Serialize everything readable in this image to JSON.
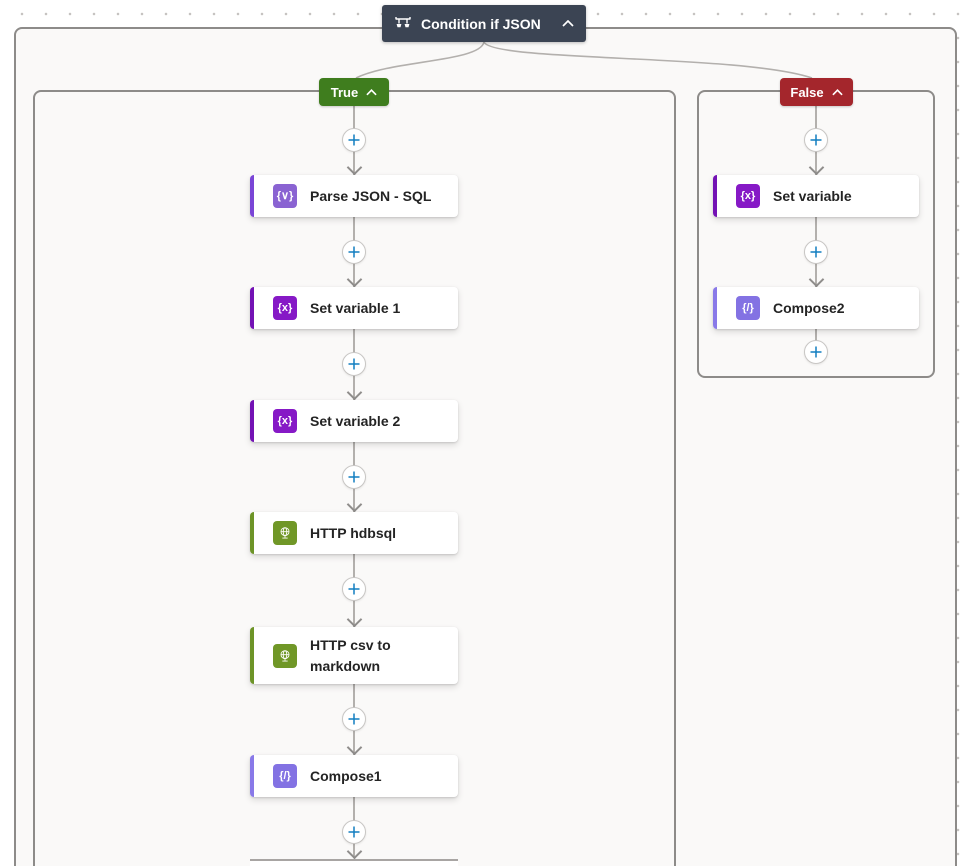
{
  "header": {
    "title": "Condition if JSON",
    "bg": "#3b4453",
    "icon": "condition-icon",
    "collapse_icon": "chevron-up-icon"
  },
  "branches": {
    "true": {
      "label": "True",
      "color": "#3f7d1e",
      "actions": [
        {
          "title": "Parse JSON - SQL",
          "icon": "parse-json-icon",
          "glyph": "{∨}",
          "icon_bg": "#8a63d2",
          "bar": "#7a45d6"
        },
        {
          "title": "Set variable 1",
          "icon": "set-variable-icon",
          "glyph": "{x}",
          "icon_bg": "#8619c6",
          "bar": "#7312b4"
        },
        {
          "title": "Set variable 2",
          "icon": "set-variable-icon",
          "glyph": "{x}",
          "icon_bg": "#8619c6",
          "bar": "#7312b4"
        },
        {
          "title": "HTTP hdbsql",
          "icon": "globe-icon",
          "glyph": "",
          "icon_bg": "#709727",
          "bar": "#6d9427"
        },
        {
          "title": "HTTP csv to markdown",
          "icon": "globe-icon",
          "glyph": "",
          "icon_bg": "#709727",
          "bar": "#6d9427"
        },
        {
          "title": "Compose1",
          "icon": "compose-icon",
          "glyph": "{/}",
          "icon_bg": "#8372e3",
          "bar": "#8979e8"
        }
      ]
    },
    "false": {
      "label": "False",
      "color": "#a4262c",
      "actions": [
        {
          "title": "Set variable",
          "icon": "set-variable-icon",
          "glyph": "{x}",
          "icon_bg": "#8619c6",
          "bar": "#7312b4"
        },
        {
          "title": "Compose2",
          "icon": "compose-icon",
          "glyph": "{/}",
          "icon_bg": "#8372e3",
          "bar": "#8979e8"
        }
      ]
    }
  },
  "add_button": {
    "icon": "plus-icon",
    "color": "#127ec0"
  },
  "connector": {
    "color": "#b3b0ad",
    "arrow_color": "#8f8d8b"
  }
}
